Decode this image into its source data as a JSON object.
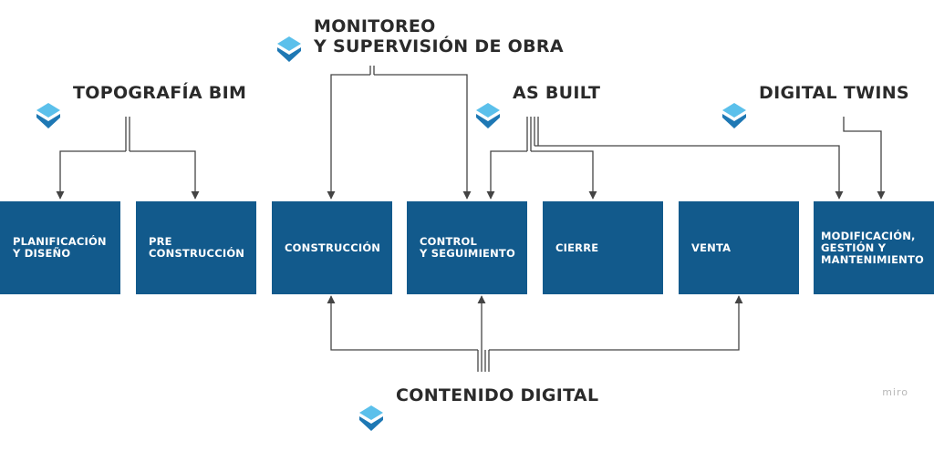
{
  "phases": [
    {
      "label": "PLANIFICACIÓN\nY DISEÑO"
    },
    {
      "label": "PRE\nCONSTRUCCIÓN"
    },
    {
      "label": "CONSTRUCCIÓN"
    },
    {
      "label": "CONTROL\nY SEGUIMIENTO"
    },
    {
      "label": "CIERRE"
    },
    {
      "label": "VENTA"
    },
    {
      "label": "MODIFICACIÓN,\nGESTIÓN Y\nMANTENIMIENTO"
    }
  ],
  "technologies": {
    "topografia": "TOPOGRAFÍA BIM",
    "monitoreo": "MONITOREO\nY SUPERVISIÓN DE OBRA",
    "as_built": "AS BUILT",
    "digital_twins": "DIGITAL TWINS",
    "contenido": "CONTENIDO DIGITAL"
  },
  "watermark": "miro",
  "colors": {
    "box": "#125a8c",
    "icon_light": "#5bc0eb",
    "icon_dark": "#1e78b4",
    "line": "#444444"
  }
}
